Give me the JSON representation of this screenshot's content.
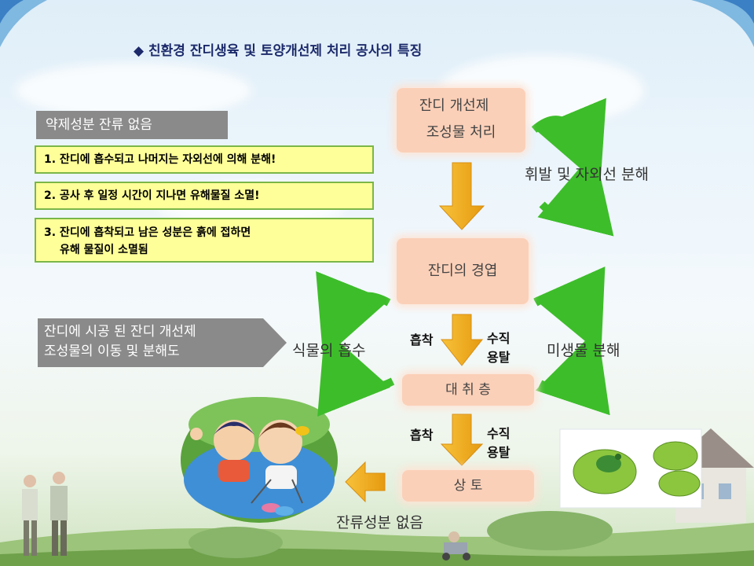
{
  "title": "◆ 친환경 잔디생육 및 토양개선제 처리 공사의 특징",
  "left_panel": {
    "header1": "약제성분 잔류 없음",
    "items": [
      "1. 잔디에 흡수되고 나머지는 자외선에 의해 분해!",
      "2. 공사 후 일정 시간이 지나면 유해물질 소멸!",
      "3. 잔디에 흡착되고  남은 성분은  흙에 접하면",
      "유해 물질이 소멸됨"
    ],
    "header2_line1": "잔디에 시공 된 잔디 개선제",
    "header2_line2": "조성물의 이동 및 분해도"
  },
  "flow": {
    "box1_line1": "잔디 개선제",
    "box1_line2": "조성물 처리",
    "box2": "잔디의 경엽",
    "box3": "대 취 층",
    "box4": "상 토",
    "side_top": "휘발 및 자외선 분해",
    "side_left": "식물의 흡수",
    "side_right": "미생물 분해",
    "adsorb1": "흡착",
    "vertical1_a": "수직",
    "vertical1_b": "용탈",
    "adsorb2": "흡착",
    "vertical2_a": "수직",
    "vertical2_b": "용탈",
    "no_residue": "잔류성분 없음"
  },
  "colors": {
    "title": "#1c2a6b",
    "arrow_orange": "#f5b31a",
    "arrow_green": "#3dbd2a",
    "pink_box": "#fbd0b8",
    "yellow_box": "#ffff99",
    "gray_box": "#8a8a8a"
  }
}
